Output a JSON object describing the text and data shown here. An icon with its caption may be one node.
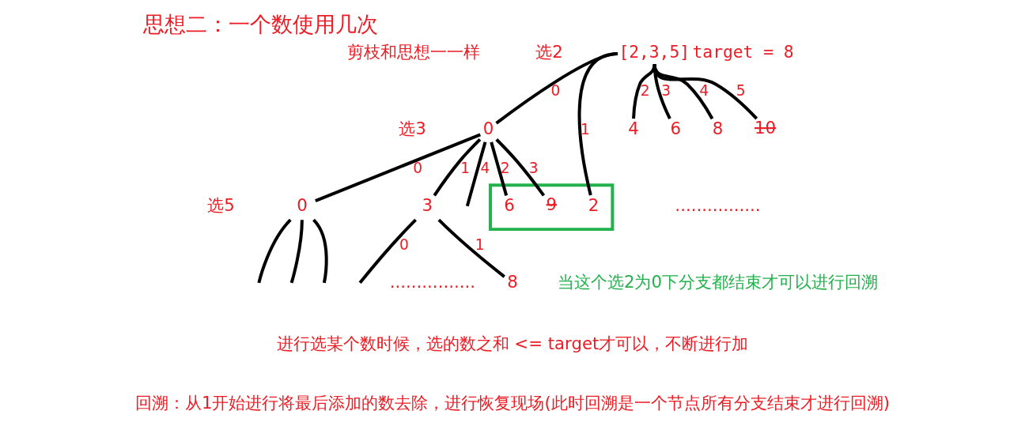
{
  "diagram": {
    "title": "思想二：一个数使用几次",
    "nodes": [
      {
        "text": [
          "[2,3,5]"
        ],
        "beside": [
          "target = 8"
        ]
      },
      {
        "text": [
          "0"
        ]
      },
      {
        "text": [],
        "shape": "box"
      },
      {
        "text": [
          "2"
        ],
        "in": 2
      },
      {
        "text": [
          "4"
        ]
      },
      {
        "text": [
          "6"
        ]
      },
      {
        "text": [
          "8"
        ]
      },
      {
        "text": [
          "10"
        ]
      },
      {
        "text": [
          "0"
        ]
      },
      {
        "text": [
          "3"
        ]
      },
      {
        "text": [
          "6"
        ],
        "in": 2
      },
      {
        "text": [
          "9"
        ],
        "in": 2
      },
      {
        "text": [
          "8"
        ]
      }
    ],
    "edges": [
      {
        "from": 0,
        "to": 1,
        "arrow": "none",
        "label": "0"
      },
      {
        "from": 0,
        "to": 3,
        "arrow": "none",
        "label": "1"
      },
      {
        "from": 0,
        "to": 4,
        "arrow": "none",
        "label": "2"
      },
      {
        "from": 0,
        "to": 5,
        "arrow": "none",
        "label": "3"
      },
      {
        "from": 0,
        "to": 6,
        "arrow": "none",
        "label": "4"
      },
      {
        "from": 0,
        "to": 7,
        "arrow": "none",
        "label": "5"
      },
      {
        "from": 1,
        "to": 8,
        "arrow": "none",
        "label": "0"
      },
      {
        "from": 1,
        "to": 9,
        "arrow": "none",
        "label": "1"
      },
      {
        "from": 1,
        "to": 10,
        "arrow": "none",
        "label": "2"
      },
      {
        "from": 1,
        "to": 11,
        "arrow": "none",
        "label": "3"
      },
      {
        "from": 1,
        "to": null,
        "arrow": "none",
        "label": "4"
      },
      {
        "from": 8,
        "to": null,
        "arrow": "none"
      },
      {
        "from": 8,
        "to": null,
        "arrow": "none"
      },
      {
        "from": 8,
        "to": null,
        "arrow": "none"
      },
      {
        "from": 9,
        "to": null,
        "arrow": "none",
        "label": "0"
      },
      {
        "from": 9,
        "to": 12,
        "arrow": "none",
        "label": "1"
      }
    ],
    "labels": [
      "剪枝和思想一一样",
      "选2",
      "选3",
      "................",
      "选5",
      "当这个选2为0下分支都结束才可以进行回溯",
      "................",
      "进行选某个数时候，选的数之和 <= target才可以，不断进行加",
      "回溯：从1开始进行将最后添加的数去除，进行恢复现场(此时回溯是一个节点所有分支结束才进行回溯)"
    ]
  }
}
